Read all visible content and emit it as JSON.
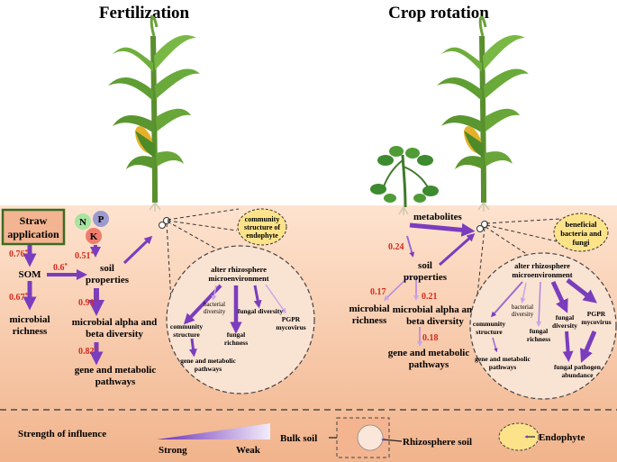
{
  "titles": {
    "left": "Fertilization",
    "right": "Crop rotation"
  },
  "colors": {
    "arrow": "#7a3dbd",
    "arrow_light": "#c9a6ea",
    "soil_top": "#fdd9c0",
    "soil_bottom": "#f2b68f",
    "rhizo_fill": "#f9e3d3",
    "endophyte_fill": "#fce38a",
    "red_values": "#d62a1e",
    "straw_border": "#3b6b22",
    "N": "#a8e3a0",
    "P": "#9b9bd0",
    "K": "#ef7d6e"
  },
  "fertilization": {
    "straw": {
      "line1": "Straw",
      "line2": "application"
    },
    "nutrients": {
      "n": "N",
      "p": "P",
      "k": "K"
    },
    "som": "SOM",
    "soil_properties": {
      "line1": "soil",
      "line2": "properties"
    },
    "microbial_richness": {
      "line1": "microbial",
      "line2": "richness"
    },
    "alpha_beta": {
      "line1": "microbial alpha and",
      "line2": "beta diversity"
    },
    "gene_pathways": {
      "line1": "gene and metabolic",
      "line2": "pathways"
    },
    "values": {
      "straw_som": "0.76",
      "som_richness": "0.67",
      "som_soil": "0.6",
      "k_soil": "0.51",
      "soil_alpha": "0.91",
      "alpha_gene": "0.82"
    },
    "sig": "*",
    "endophyte": {
      "line1": "community",
      "line2": "structure of",
      "line3": "endophyte"
    },
    "rhizo": {
      "header_line1": "alter rhizosphere",
      "header_line2": "microenvironment",
      "bacterial_diversity": {
        "line1": "bacterial",
        "line2": "diversity"
      },
      "community_structure": {
        "line1": "community",
        "line2": "structure"
      },
      "fungal_richness": {
        "line1": "fungal",
        "line2": "richness"
      },
      "fungal_diversity": "fungal diversity",
      "pgpr": {
        "line1": "PGPR",
        "line2": "mycovirus"
      },
      "gene_pathways": {
        "line1": "gene and metabolic",
        "line2": "pathways"
      }
    }
  },
  "rotation": {
    "metabolites": "metabolites",
    "soil_properties": {
      "line1": "soil",
      "line2": "properties"
    },
    "microbial_richness": {
      "line1": "microbial",
      "line2": "richness"
    },
    "alpha_beta": {
      "line1": "microbial alpha and",
      "line2": "beta diversity"
    },
    "gene_pathways": {
      "line1": "gene and metabolic",
      "line2": "pathways"
    },
    "values": {
      "to_soil": "0.24",
      "soil_richness": "0.17",
      "soil_alpha": "0.21",
      "alpha_gene": "0.18"
    },
    "endophyte": {
      "line1": "beneficial",
      "line2": "bacteria and",
      "line3": "fungi"
    },
    "rhizo": {
      "header_line1": "alter rhizosphere",
      "header_line2": "microenvironment",
      "community_structure": {
        "line1": "community",
        "line2": "structure"
      },
      "bacterial_diversity": {
        "line1": "bacterial",
        "line2": "diversity"
      },
      "fungal_richness": {
        "line1": "fungal",
        "line2": "richness"
      },
      "fungal_diversity": {
        "line1": "fungal",
        "line2": "diversity"
      },
      "pgpr": {
        "line1": "PGPR",
        "line2": "mycovirus"
      },
      "pathogen": {
        "line1": "fungal pathogen",
        "line2": "abundance"
      },
      "gene_pathways": {
        "line1": "gene and metabolic",
        "line2": "pathways"
      }
    }
  },
  "legend": {
    "strength": "Strength of influence",
    "strong": "Strong",
    "weak": "Weak",
    "bulk_soil": "Bulk soil",
    "rhizosphere_soil": "Rhizosphere soil",
    "endophyte": "Endophyte"
  }
}
